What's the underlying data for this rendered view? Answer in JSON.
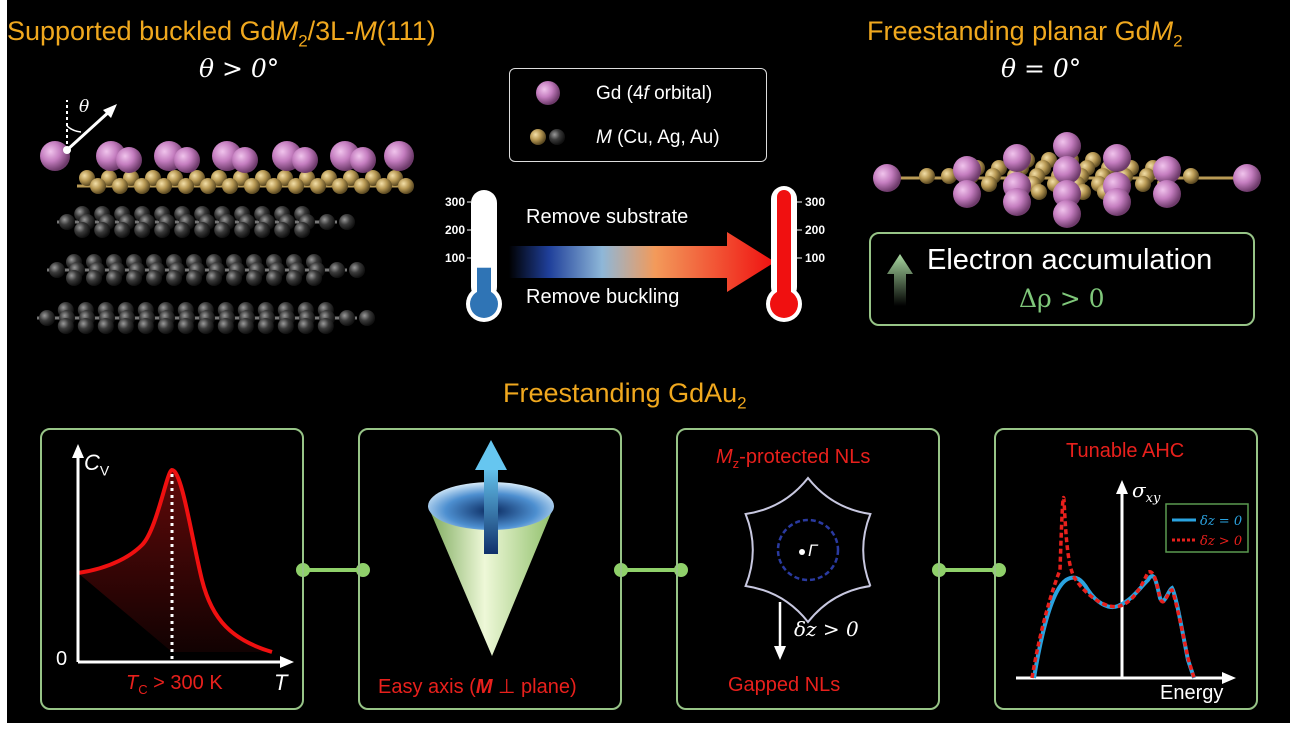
{
  "colors": {
    "accent": "#f0a81e",
    "highlight": "#e8201c",
    "panel_border": "#97c487",
    "gd_atom": "#c57ec0",
    "m_atom_gold": "#b99a55",
    "m_atom_dark": "#3a3a3a",
    "curve_blue": "#2aa3e0"
  },
  "left_structure": {
    "title_prefix": "Supported buckled Gd",
    "title_m": "M",
    "title_sub": "2",
    "title_mid": "/3L-",
    "title_m2": "M",
    "title_suffix": "(111)",
    "angle_condition": "θ > 0°",
    "theta_label": "θ"
  },
  "right_structure": {
    "title_prefix": "Freestanding planar Gd",
    "title_m": "M",
    "title_sub": "2",
    "angle_condition": "θ = 0°"
  },
  "legend": {
    "gd_prefix": "Gd (4",
    "gd_f": "f",
    "gd_suffix": " orbital)",
    "m_symbol": "M",
    "m_suffix": " (Cu, Ag, Au)"
  },
  "transition": {
    "arrow_top": "Remove substrate",
    "arrow_bottom": "Remove buckling",
    "thermo_ticks": [
      "300",
      "200",
      "100"
    ],
    "cold_fill_fraction": 0.33,
    "hot_fill_fraction": 1.0
  },
  "electron": {
    "label": "Electron accumulation",
    "condition": "Δρ > 0"
  },
  "bottom_title": {
    "prefix": "Freestanding GdAu",
    "sub": "2"
  },
  "panel_cv": {
    "y_axis_main": "C",
    "y_axis_sub": "V",
    "origin": "0",
    "x_axis": "T",
    "tc_main": "T",
    "tc_sub": "C",
    "tc_suffix": " > 300 K"
  },
  "panel_axis": {
    "label_prefix": "Easy axis (",
    "label_m": "M",
    "label_suffix": " ⊥ plane)"
  },
  "panel_nl": {
    "title_m": "M",
    "title_sub": "z",
    "title_suffix": "-protected NLs",
    "gamma": "Γ",
    "shift": "δz > 0",
    "bottom": "Gapped NLs"
  },
  "panel_ahc": {
    "title": "Tunable AHC",
    "y_axis": "σ",
    "y_axis_sub": "xy",
    "x_axis": "Energy",
    "legend": [
      "δz = 0",
      "δz > 0"
    ]
  }
}
